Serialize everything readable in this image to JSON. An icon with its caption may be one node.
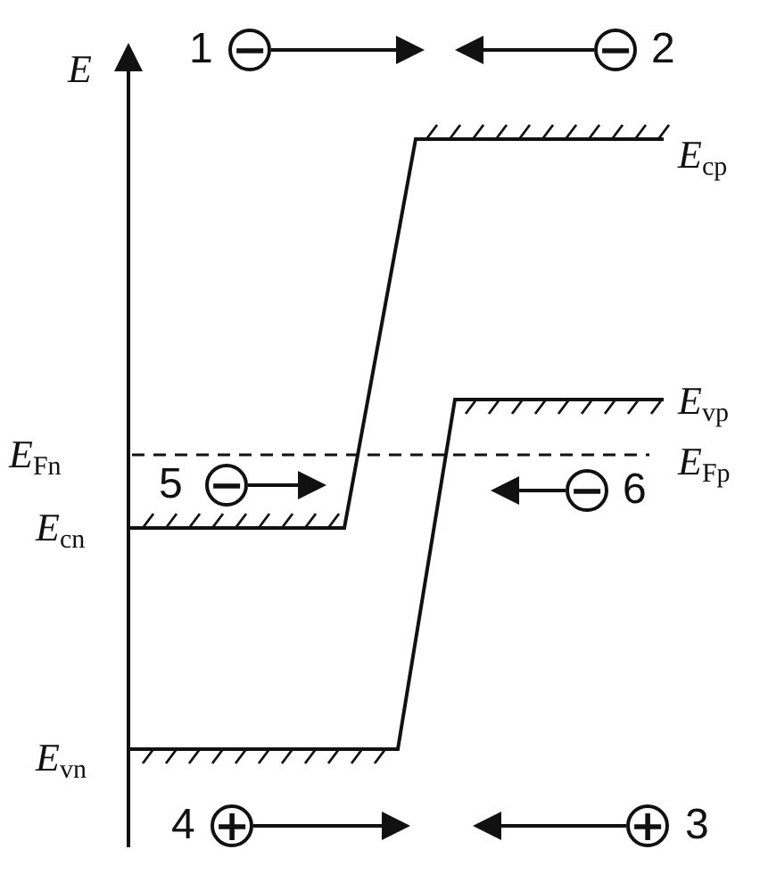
{
  "diagram": {
    "nodes": [
      {
        "text": [
          "−"
        ],
        "beside": [
          "1"
        ]
      },
      {
        "text": [
          "−"
        ],
        "beside": [
          "2"
        ]
      },
      {
        "text": [
          "−"
        ],
        "beside": [
          "5"
        ]
      },
      {
        "text": [
          "−"
        ],
        "beside": [
          "6"
        ]
      },
      {
        "text": [
          "+"
        ],
        "beside": [
          "4"
        ]
      },
      {
        "text": [
          "+"
        ],
        "beside": [
          "3"
        ]
      }
    ],
    "edges": [
      {
        "from": 0,
        "to": null,
        "arrow": "to"
      },
      {
        "from": 1,
        "to": null,
        "arrow": "to"
      },
      {
        "from": 2,
        "to": null,
        "arrow": "to"
      },
      {
        "from": 3,
        "to": null,
        "arrow": "to"
      },
      {
        "from": 4,
        "to": null,
        "arrow": "to"
      },
      {
        "from": 5,
        "to": null,
        "arrow": "to"
      }
    ],
    "labels": [
      "*E*",
      "*E*$_{cp}$",
      "*E*$_{vp}$",
      "*E*$_{Fn}$",
      "*E*$_{Fp}$",
      "*E*$_{cn}$",
      "*E*$_{vn}$"
    ]
  }
}
